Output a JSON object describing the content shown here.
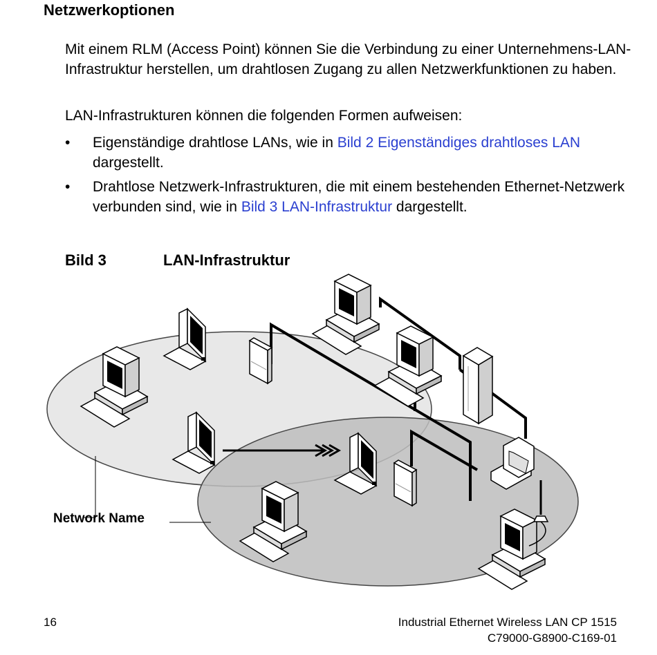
{
  "section_title": "Netzwerkoptionen",
  "paragraph1": "Mit einem RLM (Access Point) können Sie die Verbindung zu einer Unternehmens-LAN-Infrastruktur herstellen, um drahtlosen Zugang zu allen Netzwerkfunktionen zu haben.",
  "paragraph2": "LAN-Infrastrukturen können die folgenden Formen aufweisen:",
  "bullet_symbol": "•",
  "bullets": [
    {
      "before": "Eigenständige drahtlose LANs, wie in ",
      "link": "Bild 2 Eigenständiges drahtloses LAN",
      "after": " dargestellt."
    },
    {
      "before": "Drahtlose Netzwerk-Infrastrukturen, die mit einem bestehenden Ethernet-Netzwerk verbunden sind, wie in ",
      "link": "Bild 3 LAN-Infrastruktur",
      "after": " dargestellt."
    }
  ],
  "figure": {
    "number": "Bild 3",
    "title": "LAN-Infrastruktur",
    "label": "Network Name"
  },
  "footer": {
    "page": "16",
    "product": "Industrial Ethernet Wireless LAN CP 1515",
    "doc_id": "C79000-G8900-C169-01"
  }
}
